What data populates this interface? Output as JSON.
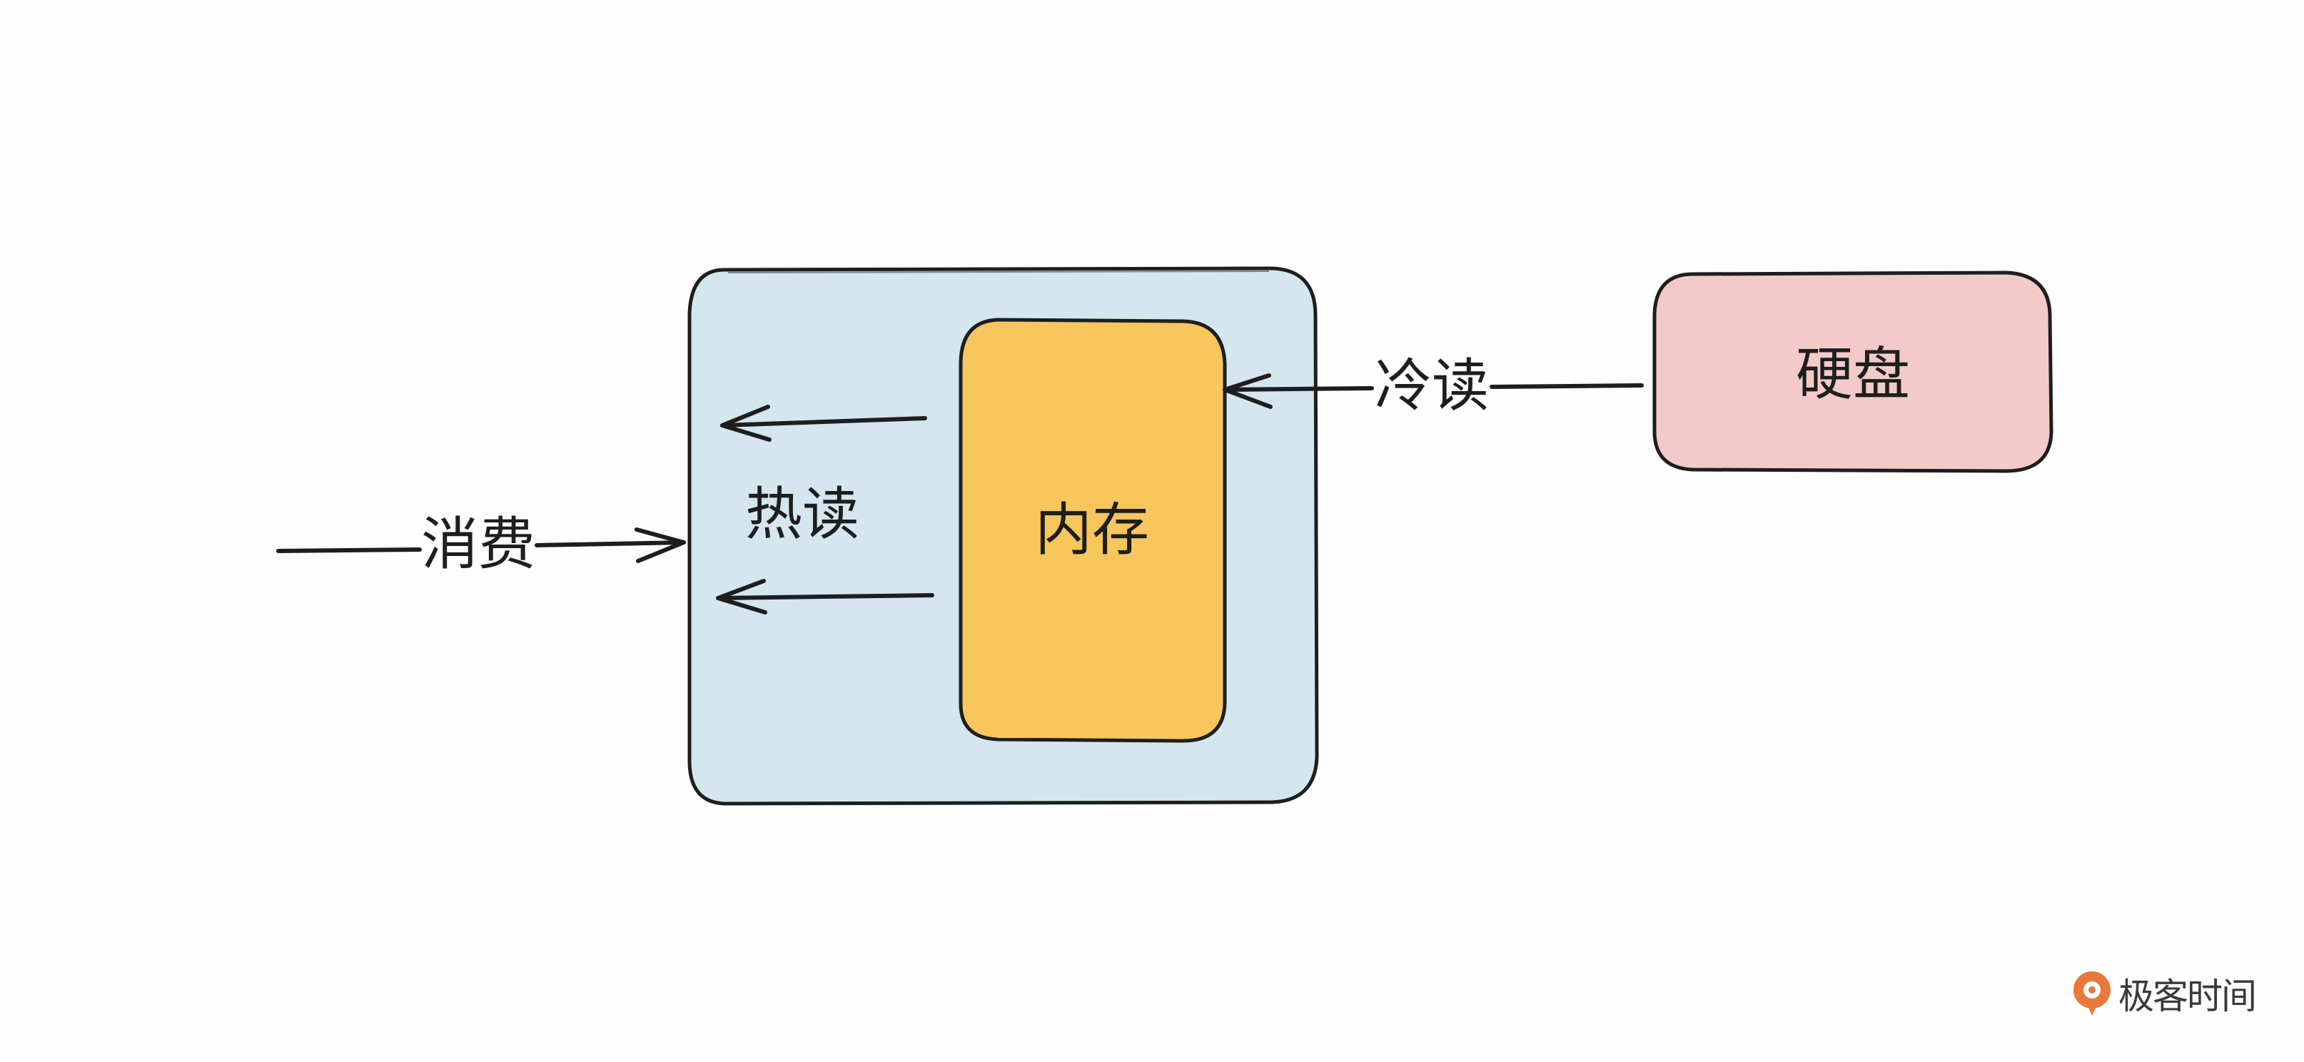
{
  "nodes": {
    "memory": {
      "label": "内存"
    },
    "disk": {
      "label": "硬盘"
    }
  },
  "edges": {
    "consume": {
      "label": "消费"
    },
    "hot_read": {
      "label": "热读"
    },
    "cold_read": {
      "label": "冷读"
    }
  },
  "watermark": {
    "text": "极客时间"
  },
  "colors": {
    "container_fill": "#d4e6ee",
    "memory_fill": "#f7c65c",
    "disk_fill": "#f2cbc8",
    "stroke": "#1e1e1e",
    "logo": "#e8793a"
  }
}
